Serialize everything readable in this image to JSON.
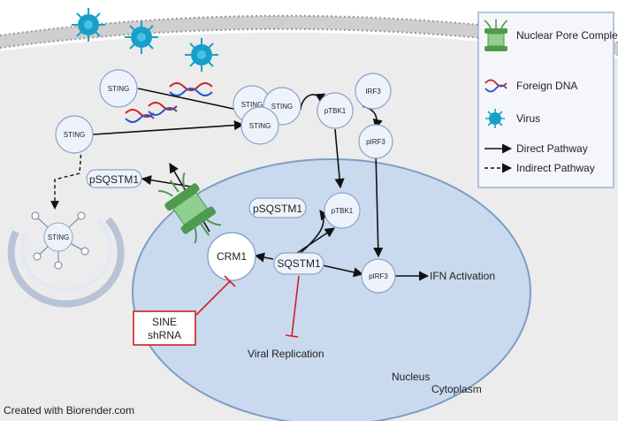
{
  "nodes": {
    "sting_a": "STING",
    "sting_b": "STING",
    "sting_c1": "STING",
    "sting_c2": "STING",
    "sting_c3": "STING",
    "sting_auto": "STING",
    "irf3": "IRF3",
    "ptbk1_cyto": "pTBK1",
    "pirf3_cyto": "pIRF3",
    "ptbk1_nuc": "pTBK1",
    "pirf3_nuc": "pIRF3",
    "crm1": "CRM1",
    "sqstm1": "SQSTM1",
    "psqstm1_cyto": "pSQSTM1",
    "psqstm1_nuc": "pSQSTM1"
  },
  "labels": {
    "ifn": "IFN Activation",
    "viral_replication": "Viral Replication",
    "nucleus": "Nucleus",
    "cytoplasm": "Cytoplasm",
    "footer": "Created with Biorender.com"
  },
  "inhibitors": {
    "line1": "SINE",
    "line2": "shRNA"
  },
  "legend": {
    "items": [
      {
        "icon": "nuclear-pore-complex-icon",
        "label": "Nuclear Pore Complex"
      },
      {
        "icon": "dna-icon",
        "label": "Foreign DNA"
      },
      {
        "icon": "virus-icon",
        "label": "Virus"
      },
      {
        "icon": "solid-arrow-icon",
        "label": "Direct Pathway"
      },
      {
        "icon": "dashed-arrow-icon",
        "label": "Indirect Pathway"
      }
    ]
  },
  "colors": {
    "membrane": "#9a9a9a",
    "cytoplasm": "#ececec",
    "nucleus_fill": "#c9daef",
    "nucleus_border": "#7f9cc6",
    "node_fill": "#eef3fb",
    "node_border": "#8aa3c8",
    "virus": "#1aa0c8",
    "pore": "#4f9a4f",
    "inhibitor": "#d21f1f"
  }
}
